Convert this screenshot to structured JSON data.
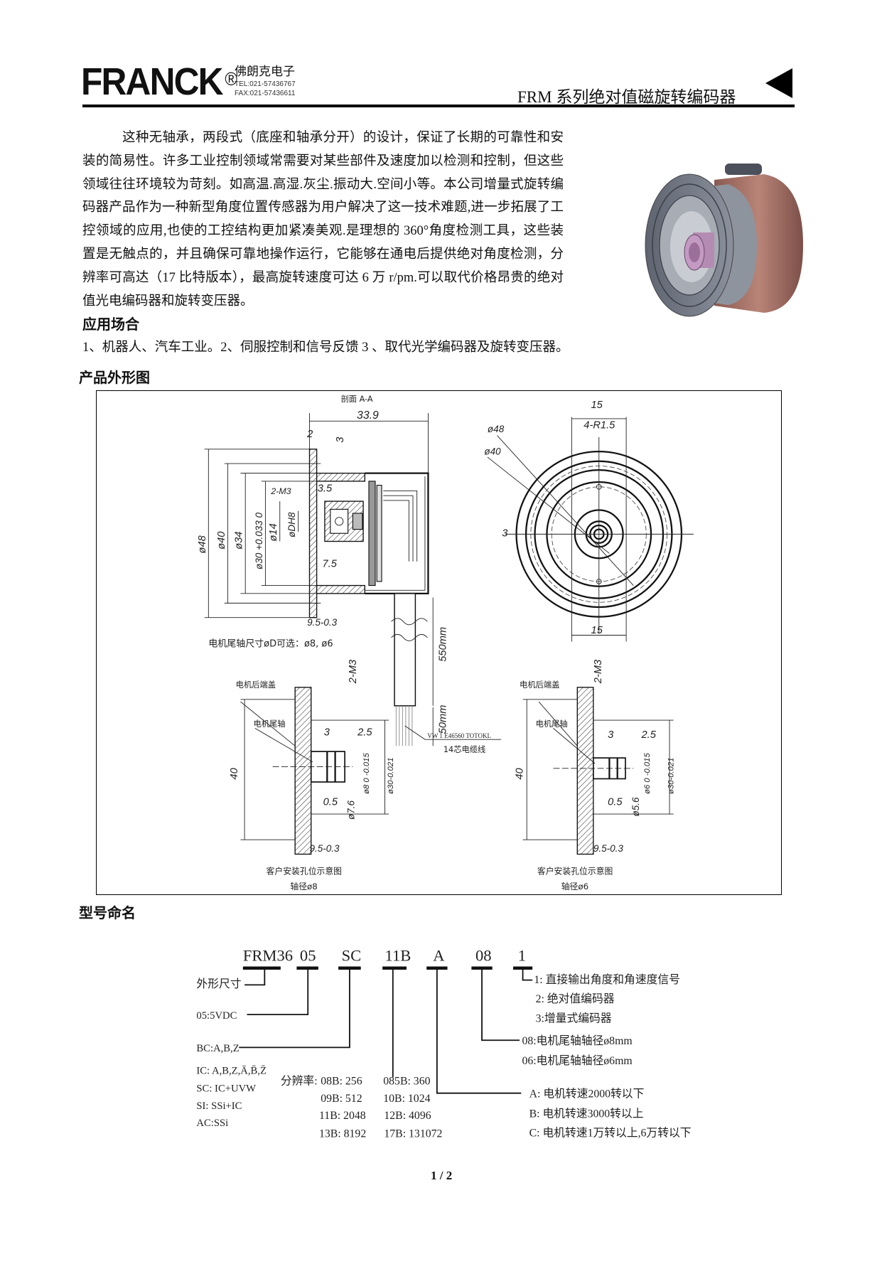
{
  "header": {
    "brand": "FRANCK",
    "registered": "®",
    "company": "佛朗克电子",
    "tel": "TEL:021-57436767",
    "fax": "FAX:021-57436611",
    "title": "FRM 系列绝对值磁旋转编码器"
  },
  "intro": {
    "lines": [
      "这种无轴承，两段式（底座和轴承分开）的设计，保证了长期的可靠性和安",
      "装的简易性。许多工业控制领域常需要对某些部件及速度加以检测和控制，但这些",
      "领域往往环境较为苛刻。如高温.高湿.灰尘.振动大.空间小等。本公司增量式旋转编",
      "码器产品作为一种新型角度位置传感器为用户解决了这一技术难题,进一步拓展了工",
      "控领域的应用,也使的工控结构更加紧凑美观.是理想的 360°角度检测工具，这些装",
      "置是无触点的，并且确保可靠地操作运行，它能够在通电后提供绝对角度检测，分",
      "辨率可高达（17 比特版本），最高旋转速度可达 6 万 r/pm.可以取代价格昂贵的绝对",
      "值光电编码器和旋转变压器。"
    ]
  },
  "application": {
    "heading": "应用场合",
    "text": "1、机器人、汽车工业。2、伺服控制和信号反馈 3 、取代光学编码器及旋转变压器。"
  },
  "drawing": {
    "heading": "产品外形图",
    "section": {
      "title": "剖面 A-A",
      "len": "33.9",
      "d48": "ø48",
      "d40": "ø40",
      "d34": "ø34",
      "d30": "ø30 +0.033 0",
      "d14": "ø14",
      "dh8": "øDH8",
      "m3": "2-M3",
      "w35": "3.5",
      "w2": "2",
      "w3": "3",
      "w75": "7.5",
      "w95": "9.5-0.3",
      "shaft_note": "电机尾轴尺寸øD可选：ø8, ø6",
      "cable_len": "550mm",
      "wire_len": "50mm",
      "cable_spec": "VW 1 E46560 TOTOKL",
      "cable_name": "14芯电缆线"
    },
    "front": {
      "w15_top": "15",
      "r15": "4-R1.5",
      "d48": "ø48",
      "d40": "ø40",
      "w3": "3",
      "w15_bottom": "15"
    },
    "mount8": {
      "m3": "2-M3",
      "cover": "电机后端盖",
      "shaft": "电机尾轴",
      "h40": "40",
      "w3": "3",
      "w25": "2.5",
      "d8": "ø8 0 -0.015",
      "d30": "ø30-0.021",
      "w05": "0.5",
      "d76": "ø7.6",
      "w95": "9.5-0.3",
      "caption": "客户安装孔位示意图",
      "sub": "轴径ø8"
    },
    "mount6": {
      "m3": "2-M3",
      "cover": "电机后端盖",
      "shaft": "电机尾轴",
      "h40": "40",
      "w3": "3",
      "w25": "2.5",
      "d6": "ø6 0 -0.015",
      "d30": "ø30-0.021",
      "w05": "0.5",
      "d56": "ø5.6",
      "w95": "9.5-0.3",
      "caption": "客户安装孔位示意图",
      "sub": "轴径ø6"
    }
  },
  "naming": {
    "heading": "型号命名",
    "codes": [
      "FRM36",
      "05",
      "SC",
      "11B",
      "A",
      "08",
      "1"
    ],
    "size_label": "外形尺寸",
    "voltage": "05:5VDC",
    "outputs": [
      "BC:A,B,Z",
      "IC: A,B,Z,Ā,B̄,Z̄",
      "SC: IC+UVW",
      "SI: SSi+IC",
      "AC:SSi"
    ],
    "resolution_label": "分辨率:",
    "resolutions_left": [
      "08B: 256",
      "09B:  512",
      "11B: 2048",
      "13B: 8192"
    ],
    "resolutions_right": [
      "085B: 360",
      "10B: 1024",
      "12B: 4096",
      "17B:  131072"
    ],
    "types": [
      "1: 直接输出角度和角速度信号",
      "2: 绝对值编码器",
      "3:增量式编码器"
    ],
    "shafts": [
      "08:电机尾轴轴径ø8mm",
      "06:电机尾轴轴径ø6mm"
    ],
    "speeds": [
      "A: 电机转速2000转以下",
      "B: 电机转速3000转以上",
      "C: 电机转速1万转以上,6万转以下"
    ]
  },
  "footer": {
    "page": "1 / 2"
  }
}
